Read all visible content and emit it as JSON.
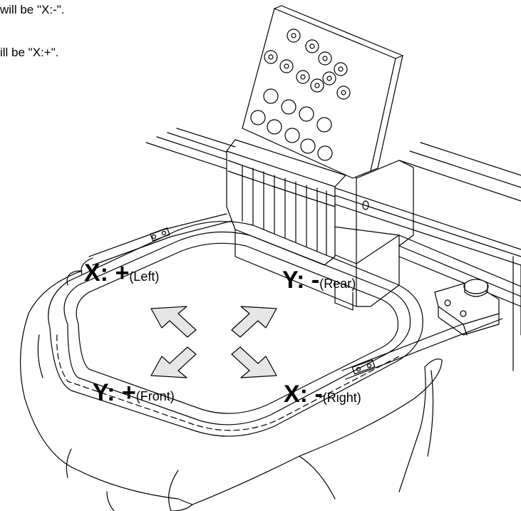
{
  "text_fragments": {
    "line1": "will be \"X:-\".",
    "line2": "ill be \"X:+\"."
  },
  "labels": {
    "x_plus": {
      "key": "X: +",
      "sub": "(Left)"
    },
    "y_minus": {
      "key": "Y: -",
      "sub": "(Rear)"
    },
    "y_plus": {
      "key": "Y: +",
      "sub": "(Front)"
    },
    "x_minus": {
      "key": "X: -",
      "sub": "(Right)"
    }
  },
  "colors": {
    "line": "#000000",
    "arrow_fill": "#e6e6e6",
    "background": "#ffffff"
  }
}
